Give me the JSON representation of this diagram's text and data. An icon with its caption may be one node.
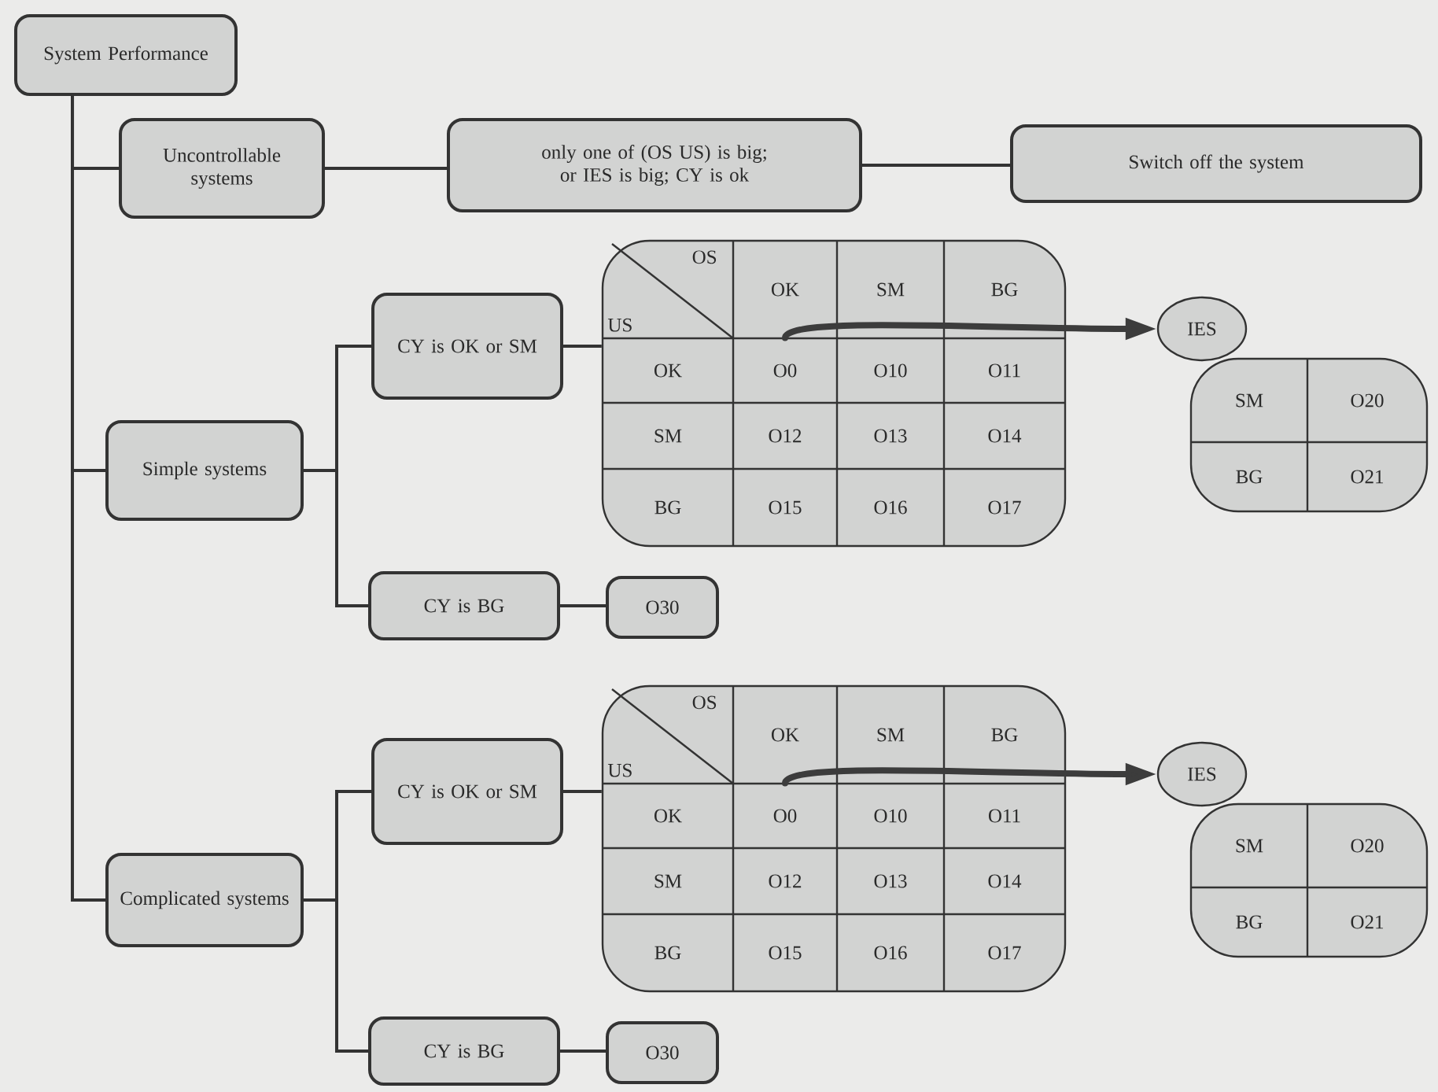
{
  "diagram": {
    "nodes": [
      {
        "text": [
          "System Performance"
        ]
      },
      {
        "text": [
          "Uncontrollable systems"
        ]
      },
      {
        "text": [
          "only one of (OS US) is big; or IES is big; CY is ok"
        ]
      },
      {
        "text": [
          "Switch off the system"
        ]
      },
      {
        "text": [
          "Simple systems"
        ]
      },
      {
        "text": [
          "CY is OK or SM"
        ]
      },
      {
        "text": [],
        "shape": "box"
      },
      {
        "text": [
          "OS",
          "US"
        ],
        "in": 6
      },
      {
        "text": [
          "OK"
        ],
        "in": 6
      },
      {
        "text": [
          "SM"
        ],
        "in": 6
      },
      {
        "text": [
          "BG"
        ],
        "in": 6
      },
      {
        "text": [
          "OK"
        ],
        "in": 6
      },
      {
        "text": [
          "O0"
        ],
        "in": 6
      },
      {
        "text": [
          "O10"
        ],
        "in": 6
      },
      {
        "text": [
          "O11"
        ],
        "in": 6
      },
      {
        "text": [
          "SM"
        ],
        "in": 6
      },
      {
        "text": [
          "O12"
        ],
        "in": 6
      },
      {
        "text": [
          "O13"
        ],
        "in": 6
      },
      {
        "text": [
          "O14"
        ],
        "in": 6
      },
      {
        "text": [
          "BG"
        ],
        "in": 6
      },
      {
        "text": [
          "O15"
        ],
        "in": 6
      },
      {
        "text": [
          "O16"
        ],
        "in": 6
      },
      {
        "text": [
          "O17"
        ],
        "in": 6
      },
      {
        "text": [
          "IES"
        ]
      },
      {
        "text": [],
        "shape": "box"
      },
      {
        "text": [
          "SM"
        ],
        "in": 24
      },
      {
        "text": [
          "O20"
        ],
        "in": 24
      },
      {
        "text": [
          "BG"
        ],
        "in": 24
      },
      {
        "text": [
          "O21"
        ],
        "in": 24
      },
      {
        "text": [
          "CY is BG"
        ]
      },
      {
        "text": [
          "O30"
        ]
      },
      {
        "text": [
          "Complicated systems"
        ]
      },
      {
        "text": [
          "CY is OK or SM"
        ]
      },
      {
        "text": [],
        "shape": "box"
      },
      {
        "text": [
          "OS",
          "US"
        ],
        "in": 33
      },
      {
        "text": [
          "OK"
        ],
        "in": 33
      },
      {
        "text": [
          "SM"
        ],
        "in": 33
      },
      {
        "text": [
          "BG"
        ],
        "in": 33
      },
      {
        "text": [
          "OK"
        ],
        "in": 33
      },
      {
        "text": [
          "O0"
        ],
        "in": 33
      },
      {
        "text": [
          "O10"
        ],
        "in": 33
      },
      {
        "text": [
          "O11"
        ],
        "in": 33
      },
      {
        "text": [
          "SM"
        ],
        "in": 33
      },
      {
        "text": [
          "O12"
        ],
        "in": 33
      },
      {
        "text": [
          "O13"
        ],
        "in": 33
      },
      {
        "text": [
          "O14"
        ],
        "in": 33
      },
      {
        "text": [
          "BG"
        ],
        "in": 33
      },
      {
        "text": [
          "O15"
        ],
        "in": 33
      },
      {
        "text": [
          "O16"
        ],
        "in": 33
      },
      {
        "text": [
          "O17"
        ],
        "in": 33
      },
      {
        "text": [
          "IES"
        ]
      },
      {
        "text": [],
        "shape": "box"
      },
      {
        "text": [
          "SM"
        ],
        "in": 51
      },
      {
        "text": [
          "O20"
        ],
        "in": 51
      },
      {
        "text": [
          "BG"
        ],
        "in": 51
      },
      {
        "text": [
          "O21"
        ],
        "in": 51
      },
      {
        "text": [
          "CY is BG"
        ]
      },
      {
        "text": [
          "O30"
        ]
      }
    ],
    "edges": [
      {
        "from": 0,
        "to": 1,
        "arrow": "none"
      },
      {
        "from": 1,
        "to": 2,
        "arrow": "none"
      },
      {
        "from": 2,
        "to": 3,
        "arrow": "none"
      },
      {
        "from": 0,
        "to": 4,
        "arrow": "none"
      },
      {
        "from": 4,
        "to": 5,
        "arrow": "none"
      },
      {
        "from": 5,
        "to": 6,
        "arrow": "none"
      },
      {
        "from": 12,
        "to": 23,
        "arrow": "to",
        "style": "thick"
      },
      {
        "from": 4,
        "to": 29,
        "arrow": "none"
      },
      {
        "from": 29,
        "to": 30,
        "arrow": "none"
      },
      {
        "from": 0,
        "to": 31,
        "arrow": "none"
      },
      {
        "from": 31,
        "to": 32,
        "arrow": "none"
      },
      {
        "from": 32,
        "to": 33,
        "arrow": "none"
      },
      {
        "from": 39,
        "to": 50,
        "arrow": "to",
        "style": "thick"
      },
      {
        "from": 31,
        "to": 56,
        "arrow": "none"
      },
      {
        "from": 56,
        "to": 57,
        "arrow": "none"
      }
    ]
  }
}
